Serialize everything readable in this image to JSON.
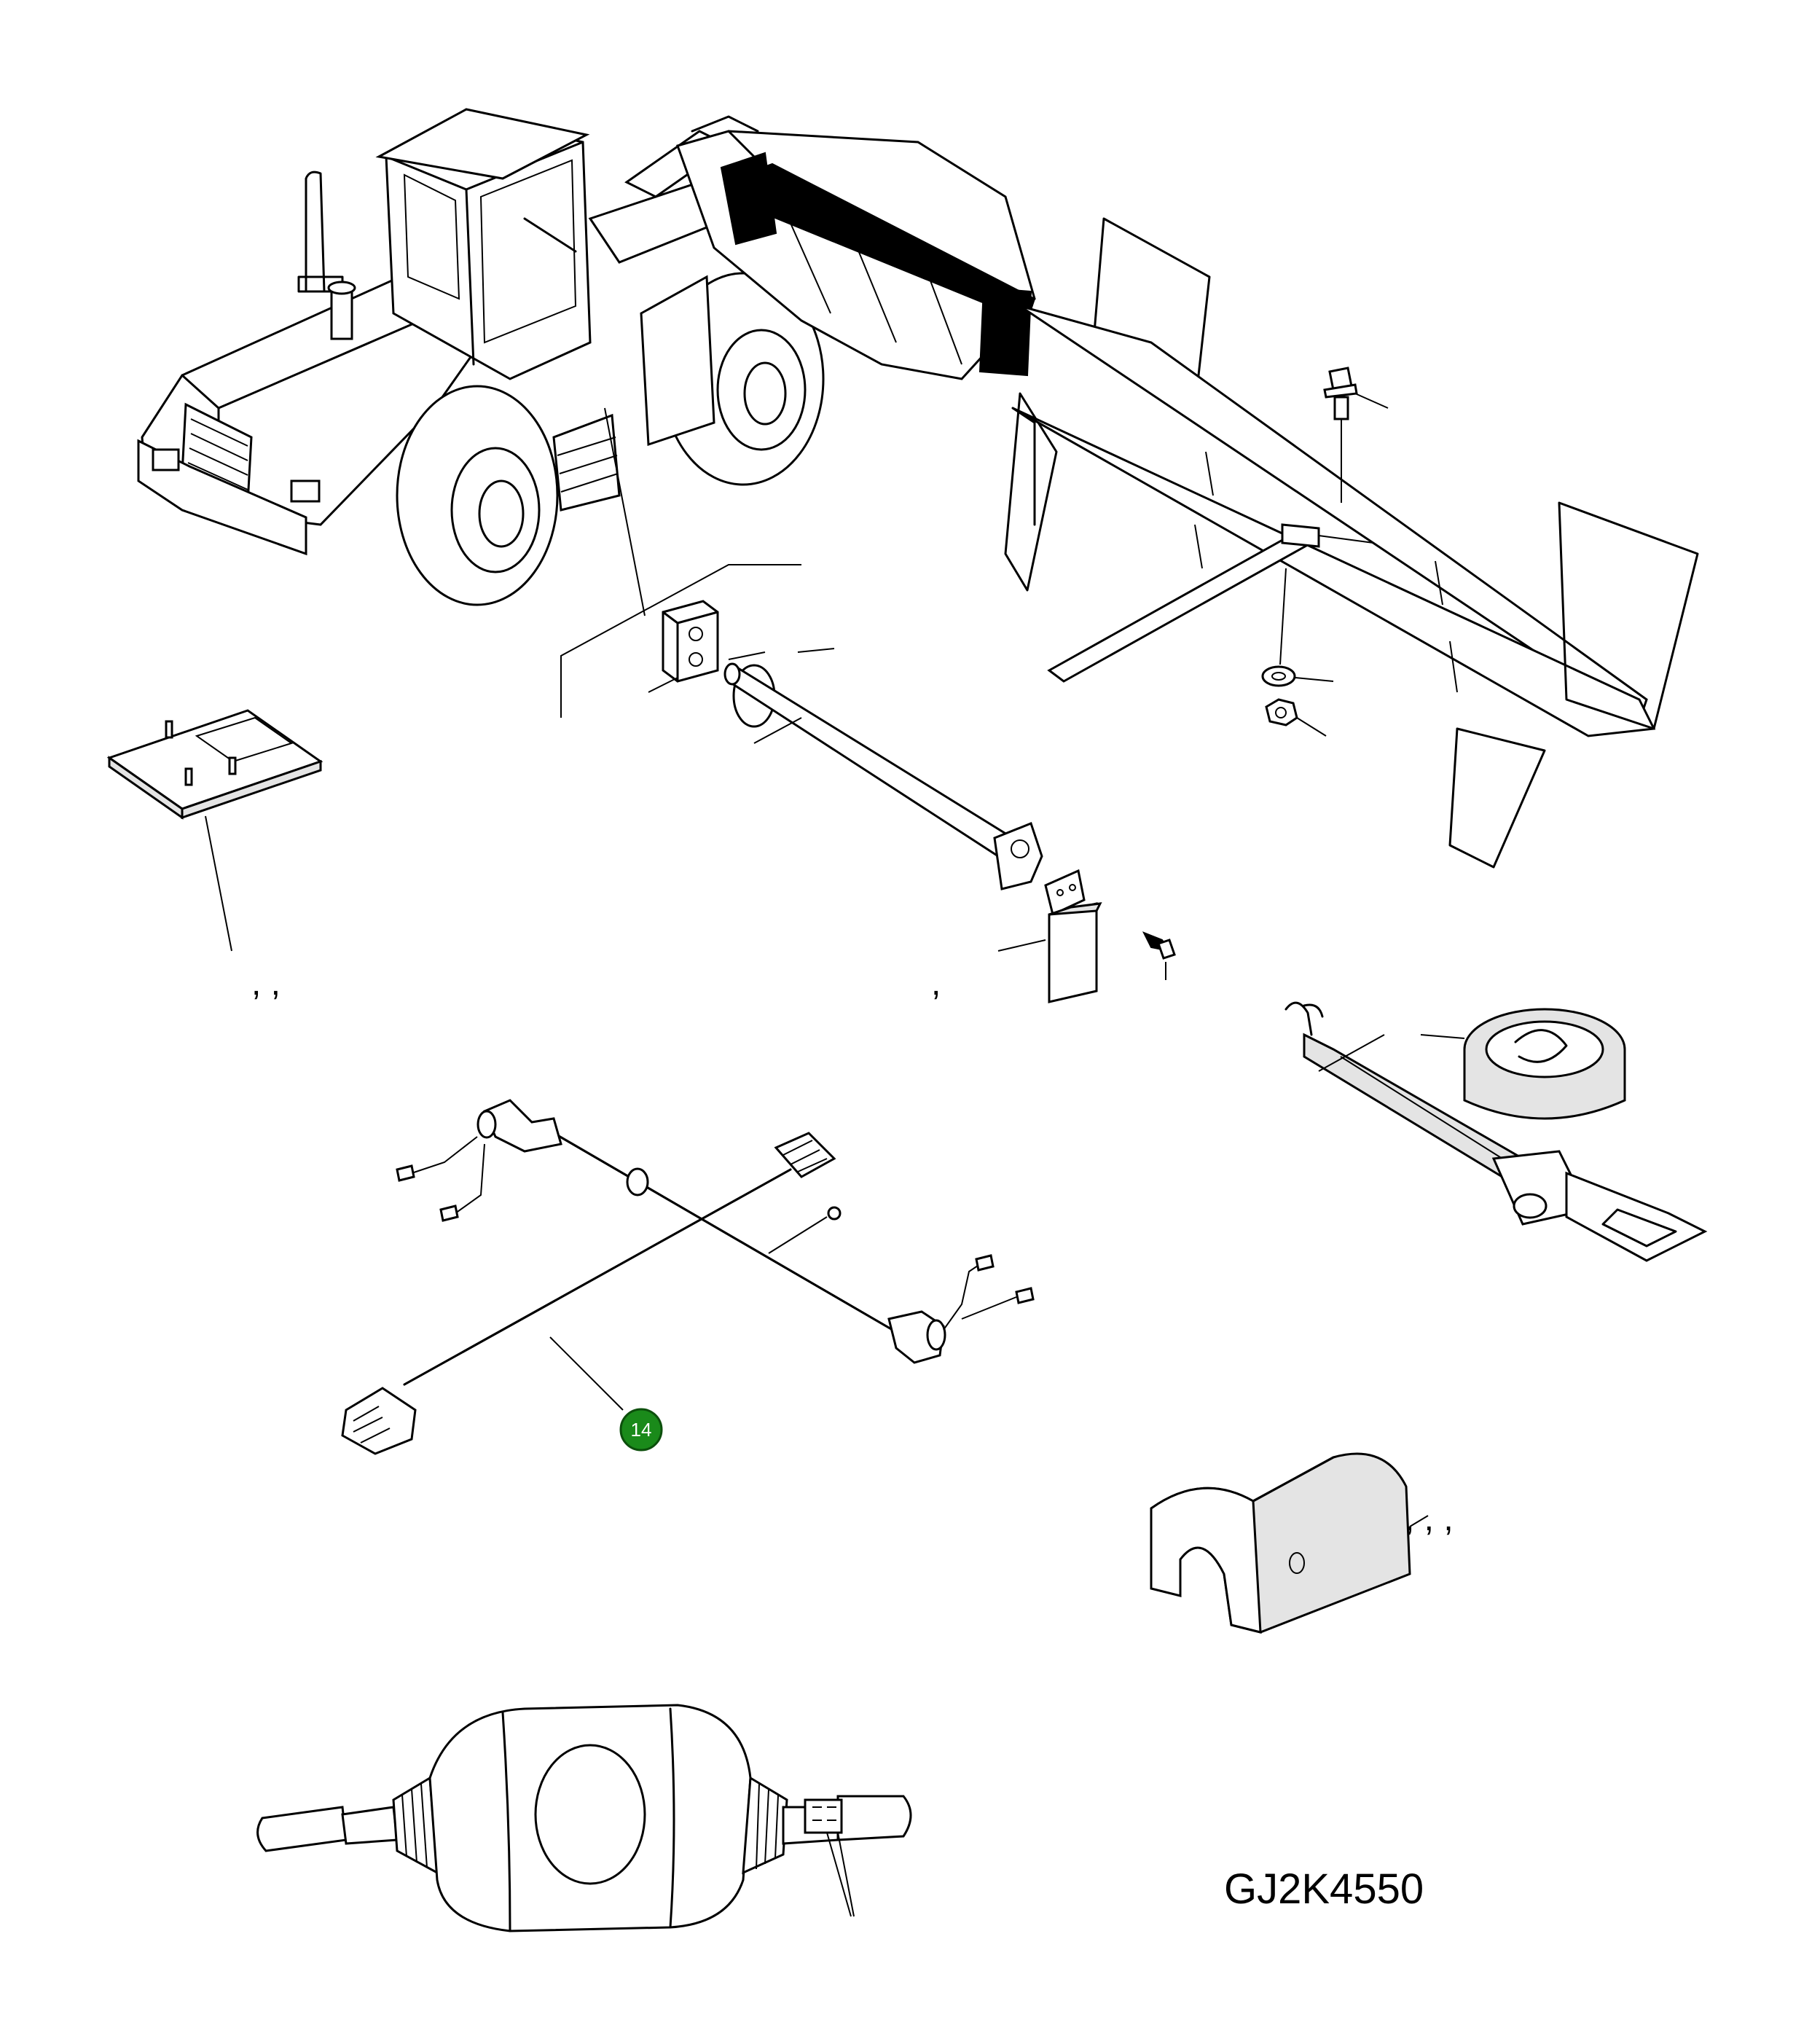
{
  "drawing_id": "GJ2K4550",
  "callouts": [
    {
      "number": "14",
      "color": "#1a8a1a",
      "target": "wiring-harness"
    }
  ],
  "separators": {
    "mat_group": ",   ,",
    "sensor_group": ",",
    "cover_group": ",   ,   ,"
  },
  "colors": {
    "ink": "#000000",
    "background": "#ffffff",
    "callout": "#1a8a1a"
  },
  "parts": [
    "wheel-loader",
    "bucket-marker-bar",
    "bucket-wing-plate",
    "flange-bolt",
    "washer",
    "nut",
    "mounting-plate",
    "rubber-block",
    "support-rod",
    "o-ring",
    "sensor-bracket",
    "sensor-box",
    "cap-screw",
    "ratchet-strap",
    "wiring-harness",
    "rubber-cover",
    "control-switch"
  ]
}
